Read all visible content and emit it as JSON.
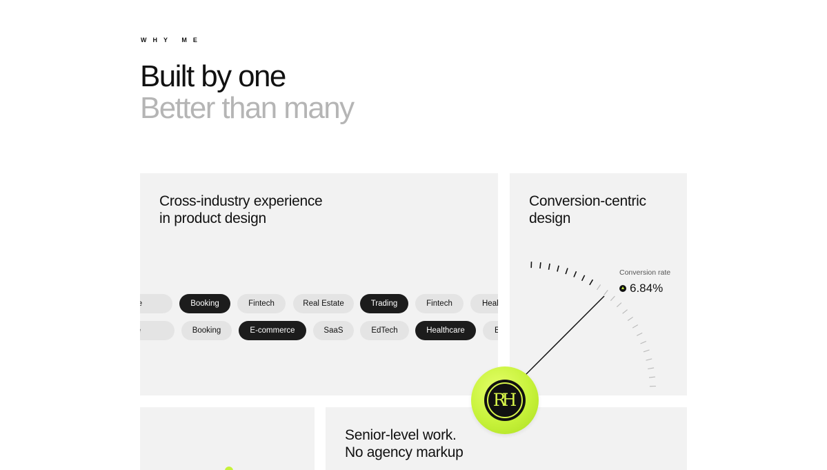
{
  "section": {
    "eyebrow": "WHY ME",
    "headline_line1": "Built by one",
    "headline_line2": "Better than many"
  },
  "cards": {
    "industry": {
      "title_line1": "Cross-industry experience",
      "title_line2": "in product design",
      "row1": [
        {
          "label": "E-commerce",
          "dark": false
        },
        {
          "label": "Booking",
          "dark": true
        },
        {
          "label": "Fintech",
          "dark": false
        },
        {
          "label": "Real Estate",
          "dark": false
        },
        {
          "label": "Trading",
          "dark": true
        },
        {
          "label": "Fintech",
          "dark": false
        },
        {
          "label": "Healthcare",
          "dark": false
        }
      ],
      "row2": [
        {
          "label": "E-commerce",
          "dark": false
        },
        {
          "label": "Booking",
          "dark": false
        },
        {
          "label": "E-commerce",
          "dark": true
        },
        {
          "label": "SaaS",
          "dark": false
        },
        {
          "label": "EdTech",
          "dark": false
        },
        {
          "label": "Healthcare",
          "dark": true
        },
        {
          "label": "EdTech",
          "dark": false
        }
      ]
    },
    "conversion": {
      "title_line1": "Conversion-centric",
      "title_line2": "design",
      "rate_label": "Conversion rate",
      "rate_value": "6.84%",
      "rate_icon": "arrow-up-icon"
    },
    "senior": {
      "title_line1": "Senior-level work.",
      "title_line2": "No agency markup"
    }
  },
  "logo": {
    "letters": "RH",
    "icon": "rh-monogram-logo"
  },
  "colors": {
    "accent": "#c7f23a",
    "card_bg": "#f2f2f2",
    "chip_light": "#e4e4e4",
    "chip_dark": "#1c1c1c",
    "muted_heading": "#b5b5b5"
  }
}
